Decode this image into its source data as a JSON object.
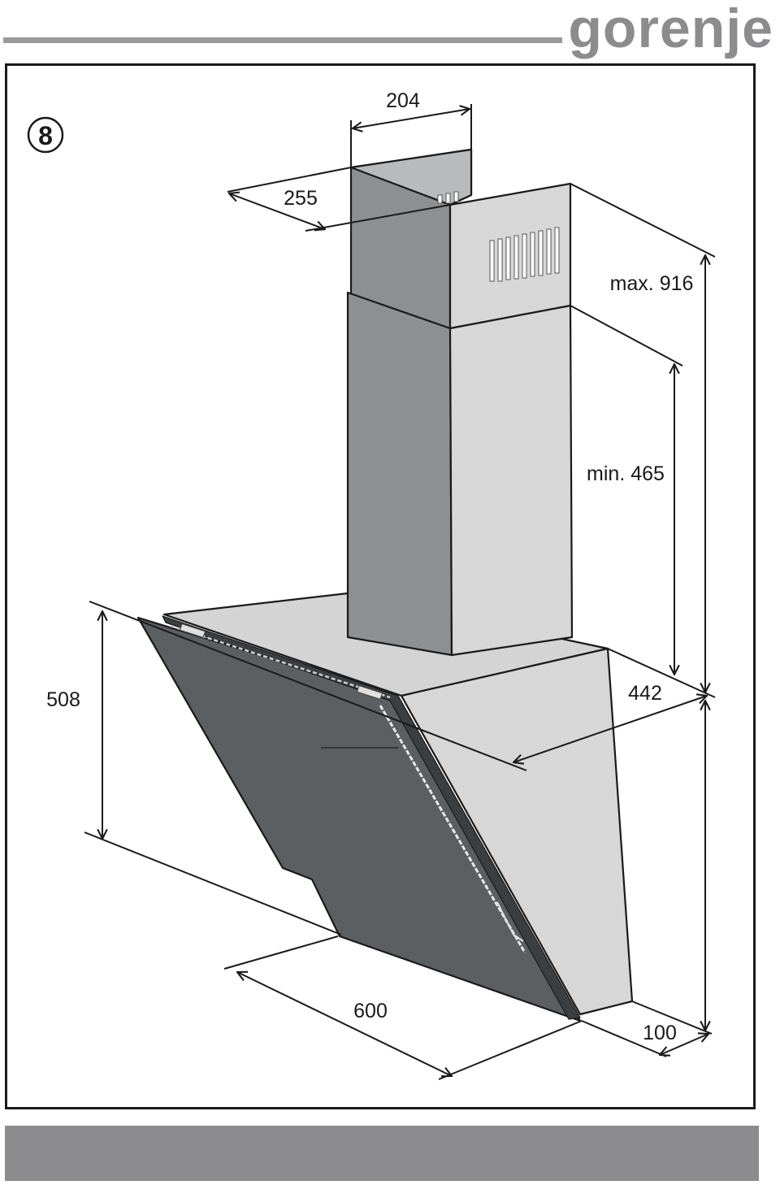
{
  "header": {
    "brand": "gorenje"
  },
  "figure": {
    "number": "8"
  },
  "dimensions": {
    "chimney_width": "204",
    "chimney_depth": "255",
    "max_height": "max. 916",
    "min_height": "min. 465",
    "glass_height": "508",
    "hood_depth": "442",
    "hood_width": "600",
    "base_height": "100"
  },
  "colors": {
    "frame": "#1a1a1a",
    "brand": "#8c8c8e",
    "duct_light": "#d6d7d6",
    "duct_dark": "#8e8f91",
    "glass": "#5b5f61"
  }
}
